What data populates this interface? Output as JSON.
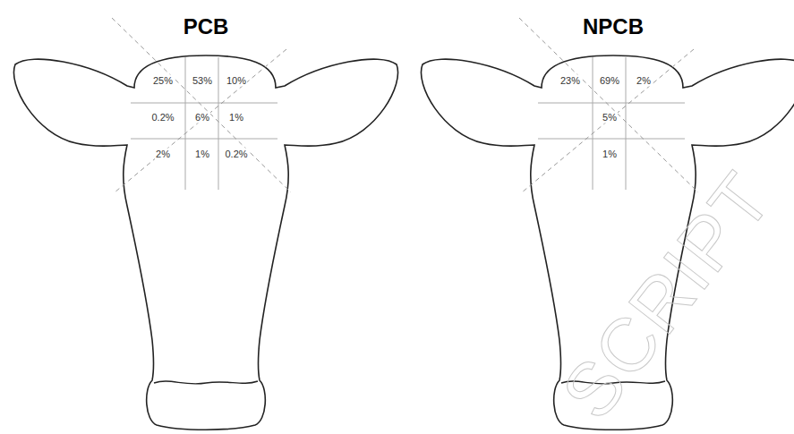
{
  "diagram": {
    "labels": [
      "PCB",
      "25%",
      "53%",
      "10%",
      "0.2%",
      "6%",
      "1%",
      "2%",
      "1%",
      "0.2%",
      "NPCB",
      "23%",
      "69%",
      "2%",
      "5%",
      "1%",
      "SCRIPT"
    ]
  }
}
